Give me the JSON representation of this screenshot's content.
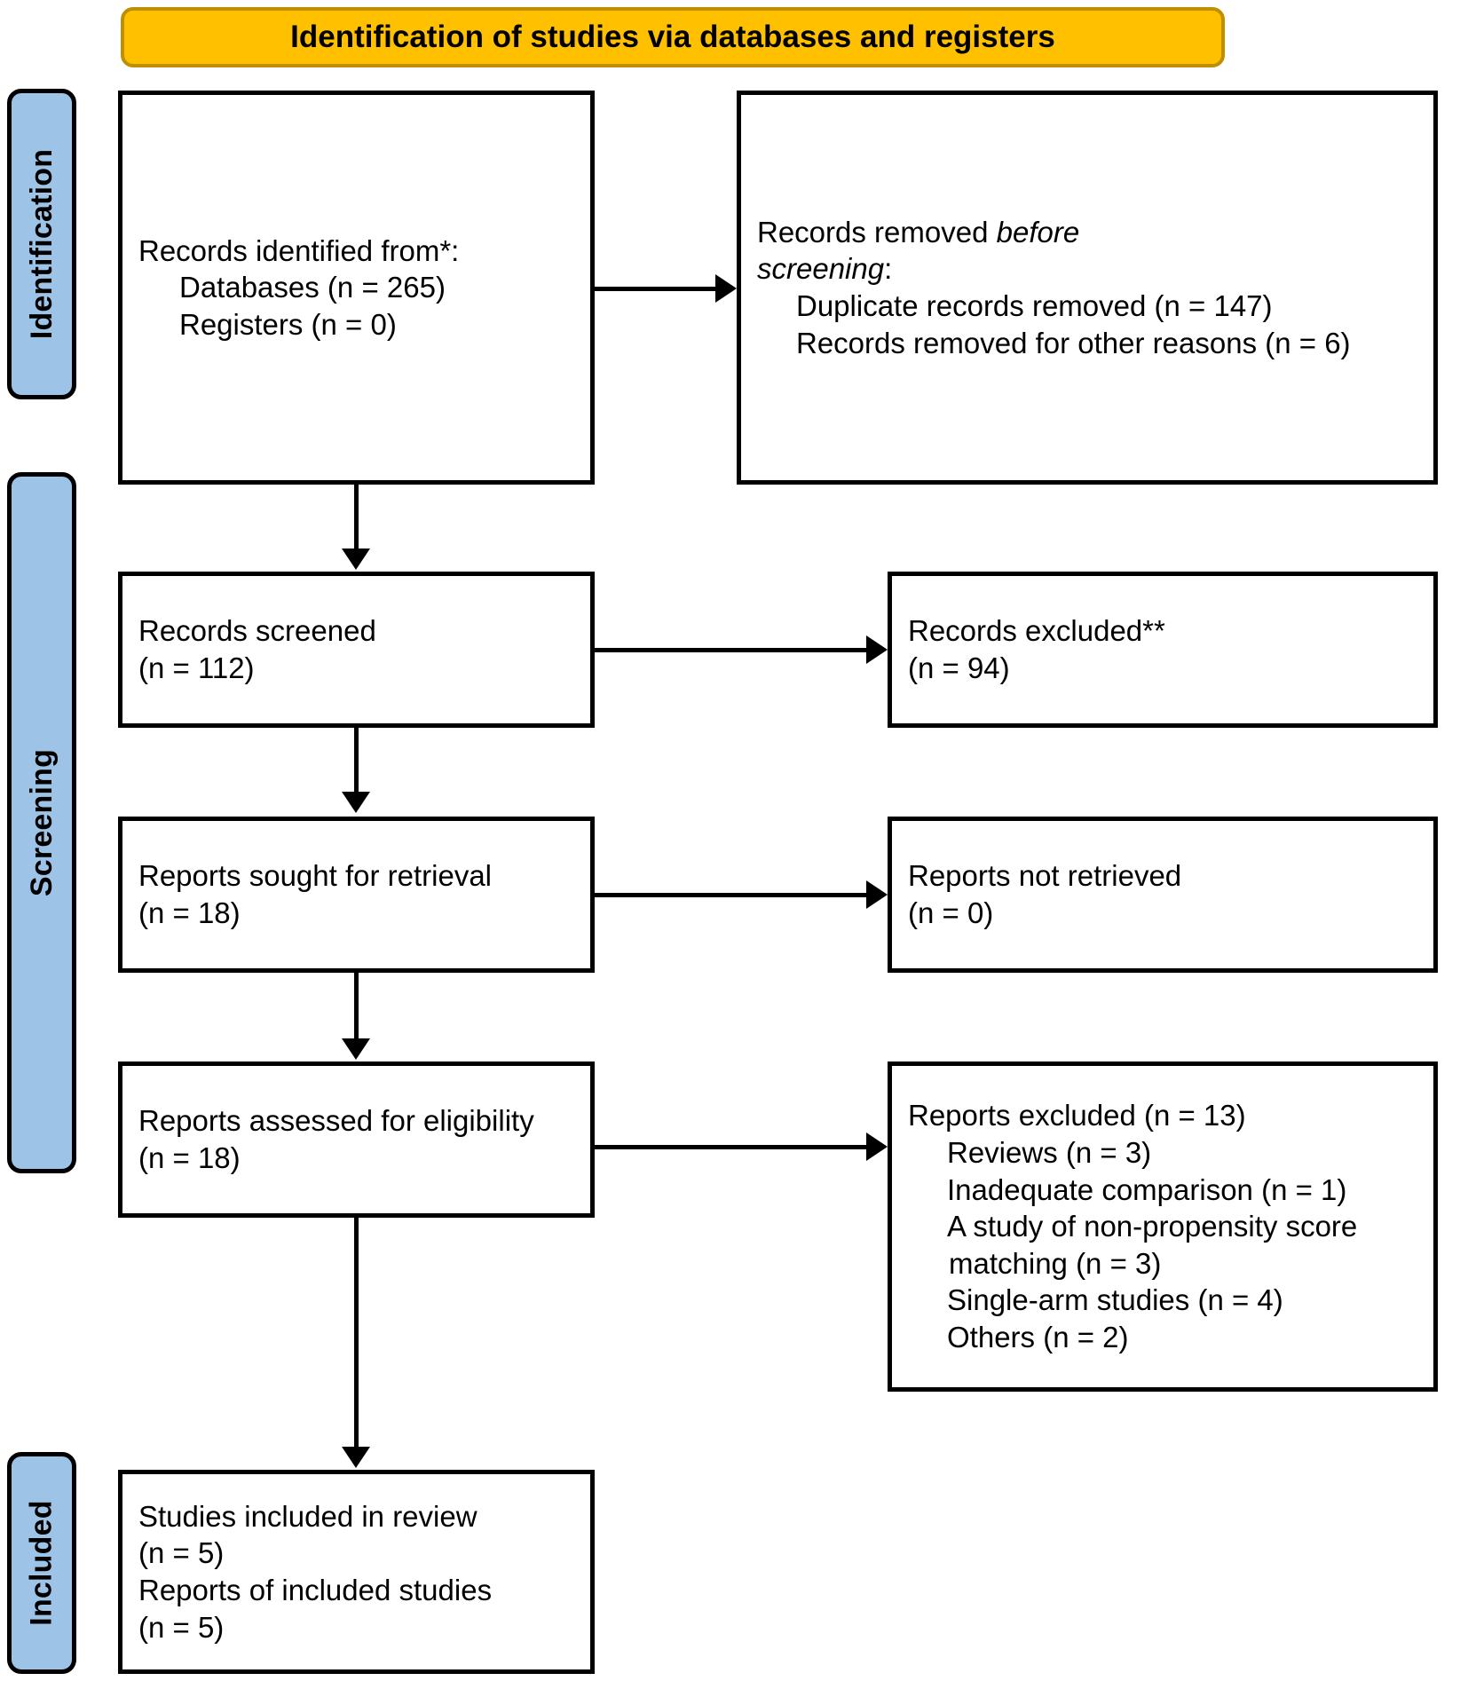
{
  "header": {
    "title": "Identification of studies via databases and registers"
  },
  "phases": [
    {
      "id": "identification",
      "label": "Identification"
    },
    {
      "id": "screening",
      "label": "Screening"
    },
    {
      "id": "included",
      "label": "Included"
    }
  ],
  "boxes": {
    "records_identified": {
      "lines": [
        {
          "text": "Records identified from*:",
          "style": "plain"
        },
        {
          "text": "Databases (n = 265)",
          "style": "indent"
        },
        {
          "text": "Registers (n = 0)",
          "style": "indent"
        }
      ]
    },
    "records_removed": {
      "lines": [
        {
          "text": "Records removed ",
          "italic_tail": "before",
          "style": "plain"
        },
        {
          "text": "screening",
          "italic_head": true,
          "tail": ":",
          "style": "plain"
        },
        {
          "text": "Duplicate records removed (n = 147)",
          "style": "hang"
        },
        {
          "text": "Records removed for other reasons (n = 6)",
          "style": "hang"
        }
      ]
    },
    "records_screened": {
      "lines": [
        {
          "text": "Records screened",
          "style": "plain"
        },
        {
          "text": "(n = 112)",
          "style": "plain"
        }
      ]
    },
    "records_excluded": {
      "lines": [
        {
          "text": "Records excluded**",
          "style": "plain"
        },
        {
          "text": "(n = 94)",
          "style": "plain"
        }
      ]
    },
    "reports_sought": {
      "lines": [
        {
          "text": "Reports sought for retrieval",
          "style": "plain"
        },
        {
          "text": "(n = 18)",
          "style": "plain"
        }
      ]
    },
    "reports_not_retrieved": {
      "lines": [
        {
          "text": "Reports not retrieved",
          "style": "plain"
        },
        {
          "text": "(n = 0)",
          "style": "plain"
        }
      ]
    },
    "reports_assessed": {
      "lines": [
        {
          "text": "Reports assessed for eligibility",
          "style": "plain"
        },
        {
          "text": "(n = 18)",
          "style": "plain"
        }
      ]
    },
    "reports_excluded": {
      "lines": [
        {
          "text": "Reports excluded (n = 13)",
          "style": "plain"
        },
        {
          "text": "Reviews (n = 3)",
          "style": "hang"
        },
        {
          "text": "Inadequate comparison (n = 1)",
          "style": "hang"
        },
        {
          "text": "A study of non-propensity score matching (n = 3)",
          "style": "hang"
        },
        {
          "text": "Single-arm studies (n = 4)",
          "style": "hang"
        },
        {
          "text": "Others (n = 2)",
          "style": "hang"
        }
      ]
    },
    "studies_included": {
      "lines": [
        {
          "text": "Studies included in review",
          "style": "plain"
        },
        {
          "text": "(n = 5)",
          "style": "plain"
        },
        {
          "text": "Reports of included studies",
          "style": "plain"
        },
        {
          "text": "(n = 5)",
          "style": "plain"
        }
      ]
    }
  },
  "chart_data": {
    "type": "diagram",
    "title": "Identification of studies via databases and registers",
    "nodes": [
      {
        "id": "records_identified",
        "phase": "Identification",
        "label": "Records identified from*",
        "databases_n": 265,
        "registers_n": 0
      },
      {
        "id": "records_removed",
        "phase": "Identification",
        "label": "Records removed before screening",
        "duplicate_records_removed_n": 147,
        "records_removed_other_reasons_n": 6
      },
      {
        "id": "records_screened",
        "phase": "Screening",
        "label": "Records screened",
        "n": 112
      },
      {
        "id": "records_excluded",
        "phase": "Screening",
        "label": "Records excluded**",
        "n": 94
      },
      {
        "id": "reports_sought",
        "phase": "Screening",
        "label": "Reports sought for retrieval",
        "n": 18
      },
      {
        "id": "reports_not_retrieved",
        "phase": "Screening",
        "label": "Reports not retrieved",
        "n": 0
      },
      {
        "id": "reports_assessed",
        "phase": "Screening",
        "label": "Reports assessed for eligibility",
        "n": 18
      },
      {
        "id": "reports_excluded",
        "phase": "Screening",
        "label": "Reports excluded",
        "n": 13,
        "reasons": [
          {
            "reason": "Reviews",
            "n": 3
          },
          {
            "reason": "Inadequate comparison",
            "n": 1
          },
          {
            "reason": "A study of non-propensity score matching",
            "n": 3
          },
          {
            "reason": "Single-arm studies",
            "n": 4
          },
          {
            "reason": "Others",
            "n": 2
          }
        ]
      },
      {
        "id": "studies_included",
        "phase": "Included",
        "label": "Studies included in review",
        "studies_n": 5,
        "reports_n": 5
      }
    ],
    "edges": [
      {
        "from": "records_identified",
        "to": "records_removed",
        "direction": "right"
      },
      {
        "from": "records_identified",
        "to": "records_screened",
        "direction": "down"
      },
      {
        "from": "records_screened",
        "to": "records_excluded",
        "direction": "right"
      },
      {
        "from": "records_screened",
        "to": "reports_sought",
        "direction": "down"
      },
      {
        "from": "reports_sought",
        "to": "reports_not_retrieved",
        "direction": "right"
      },
      {
        "from": "reports_sought",
        "to": "reports_assessed",
        "direction": "down"
      },
      {
        "from": "reports_assessed",
        "to": "reports_excluded",
        "direction": "right"
      },
      {
        "from": "reports_assessed",
        "to": "studies_included",
        "direction": "down"
      }
    ],
    "colors": {
      "header_fill": "#ffc000",
      "header_border": "#bf8f00",
      "phase_fill": "#9dc3e6",
      "box_fill": "#ffffff",
      "stroke": "#000000"
    }
  }
}
